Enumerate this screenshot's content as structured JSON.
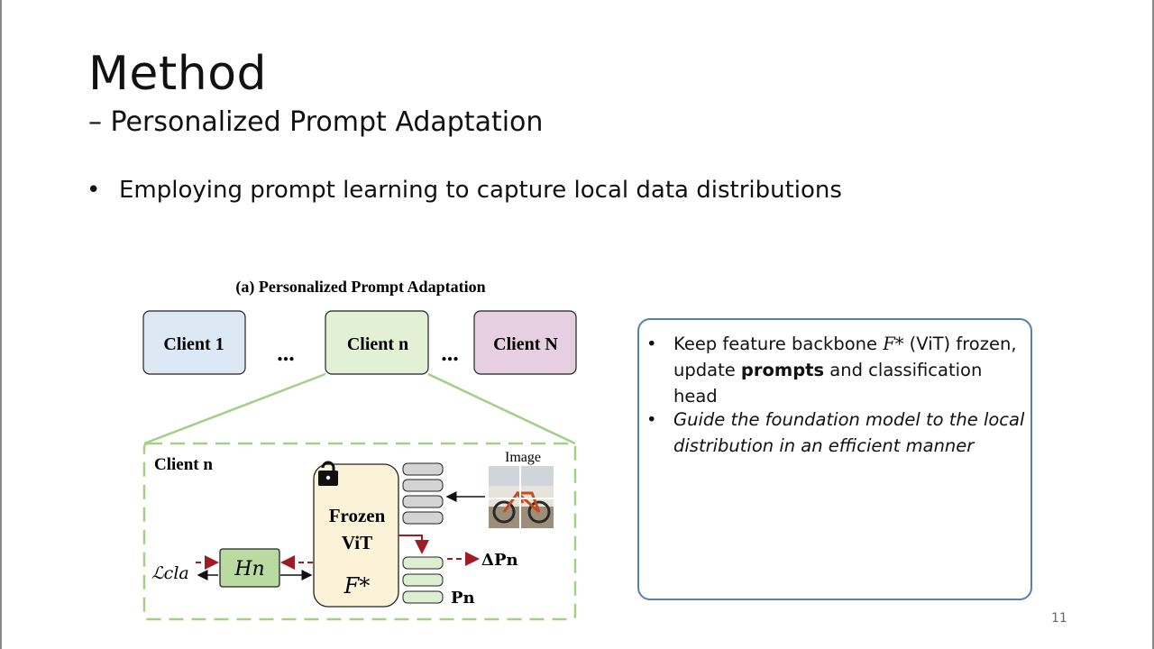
{
  "slide": {
    "title": "Method",
    "subtitle": "– Personalized Prompt Adaptation",
    "bullet": "Employing prompt learning to capture local data distributions",
    "page_number": "11"
  },
  "figure": {
    "caption": "(a) Personalized Prompt Adaptation",
    "clients": [
      "Client 1",
      "Client n",
      "Client N"
    ],
    "ellipsis": "...",
    "panel_title": "Client n",
    "image_label": "Image",
    "frozen_label_1": "Frozen",
    "frozen_label_2": "ViT",
    "backbone_symbol": "F*",
    "head_symbol": "Hn",
    "loss_symbol": "ℒcla",
    "delta_prompt": "ΔPn",
    "prompt": "Pn",
    "colors": {
      "client1": "#dce9f5",
      "clientn": "#e2f0d6",
      "clientN": "#e6cfe0",
      "frozen": "#fbf3d8",
      "head": "#b9dba2",
      "prompt_green": "#dcefd0",
      "token_gray": "#d4d4d4",
      "dashed_green": "#a3cf88",
      "red_arrow": "#a01c24"
    }
  },
  "notes": {
    "item1_pre": "Keep feature backbone ",
    "item1_math": "F*",
    "item1_mid": " (ViT) frozen, update ",
    "item1_bold": "prompts",
    "item1_post": " and classification head",
    "item2": "Guide the foundation model to the local distribution in an efficient manner"
  }
}
